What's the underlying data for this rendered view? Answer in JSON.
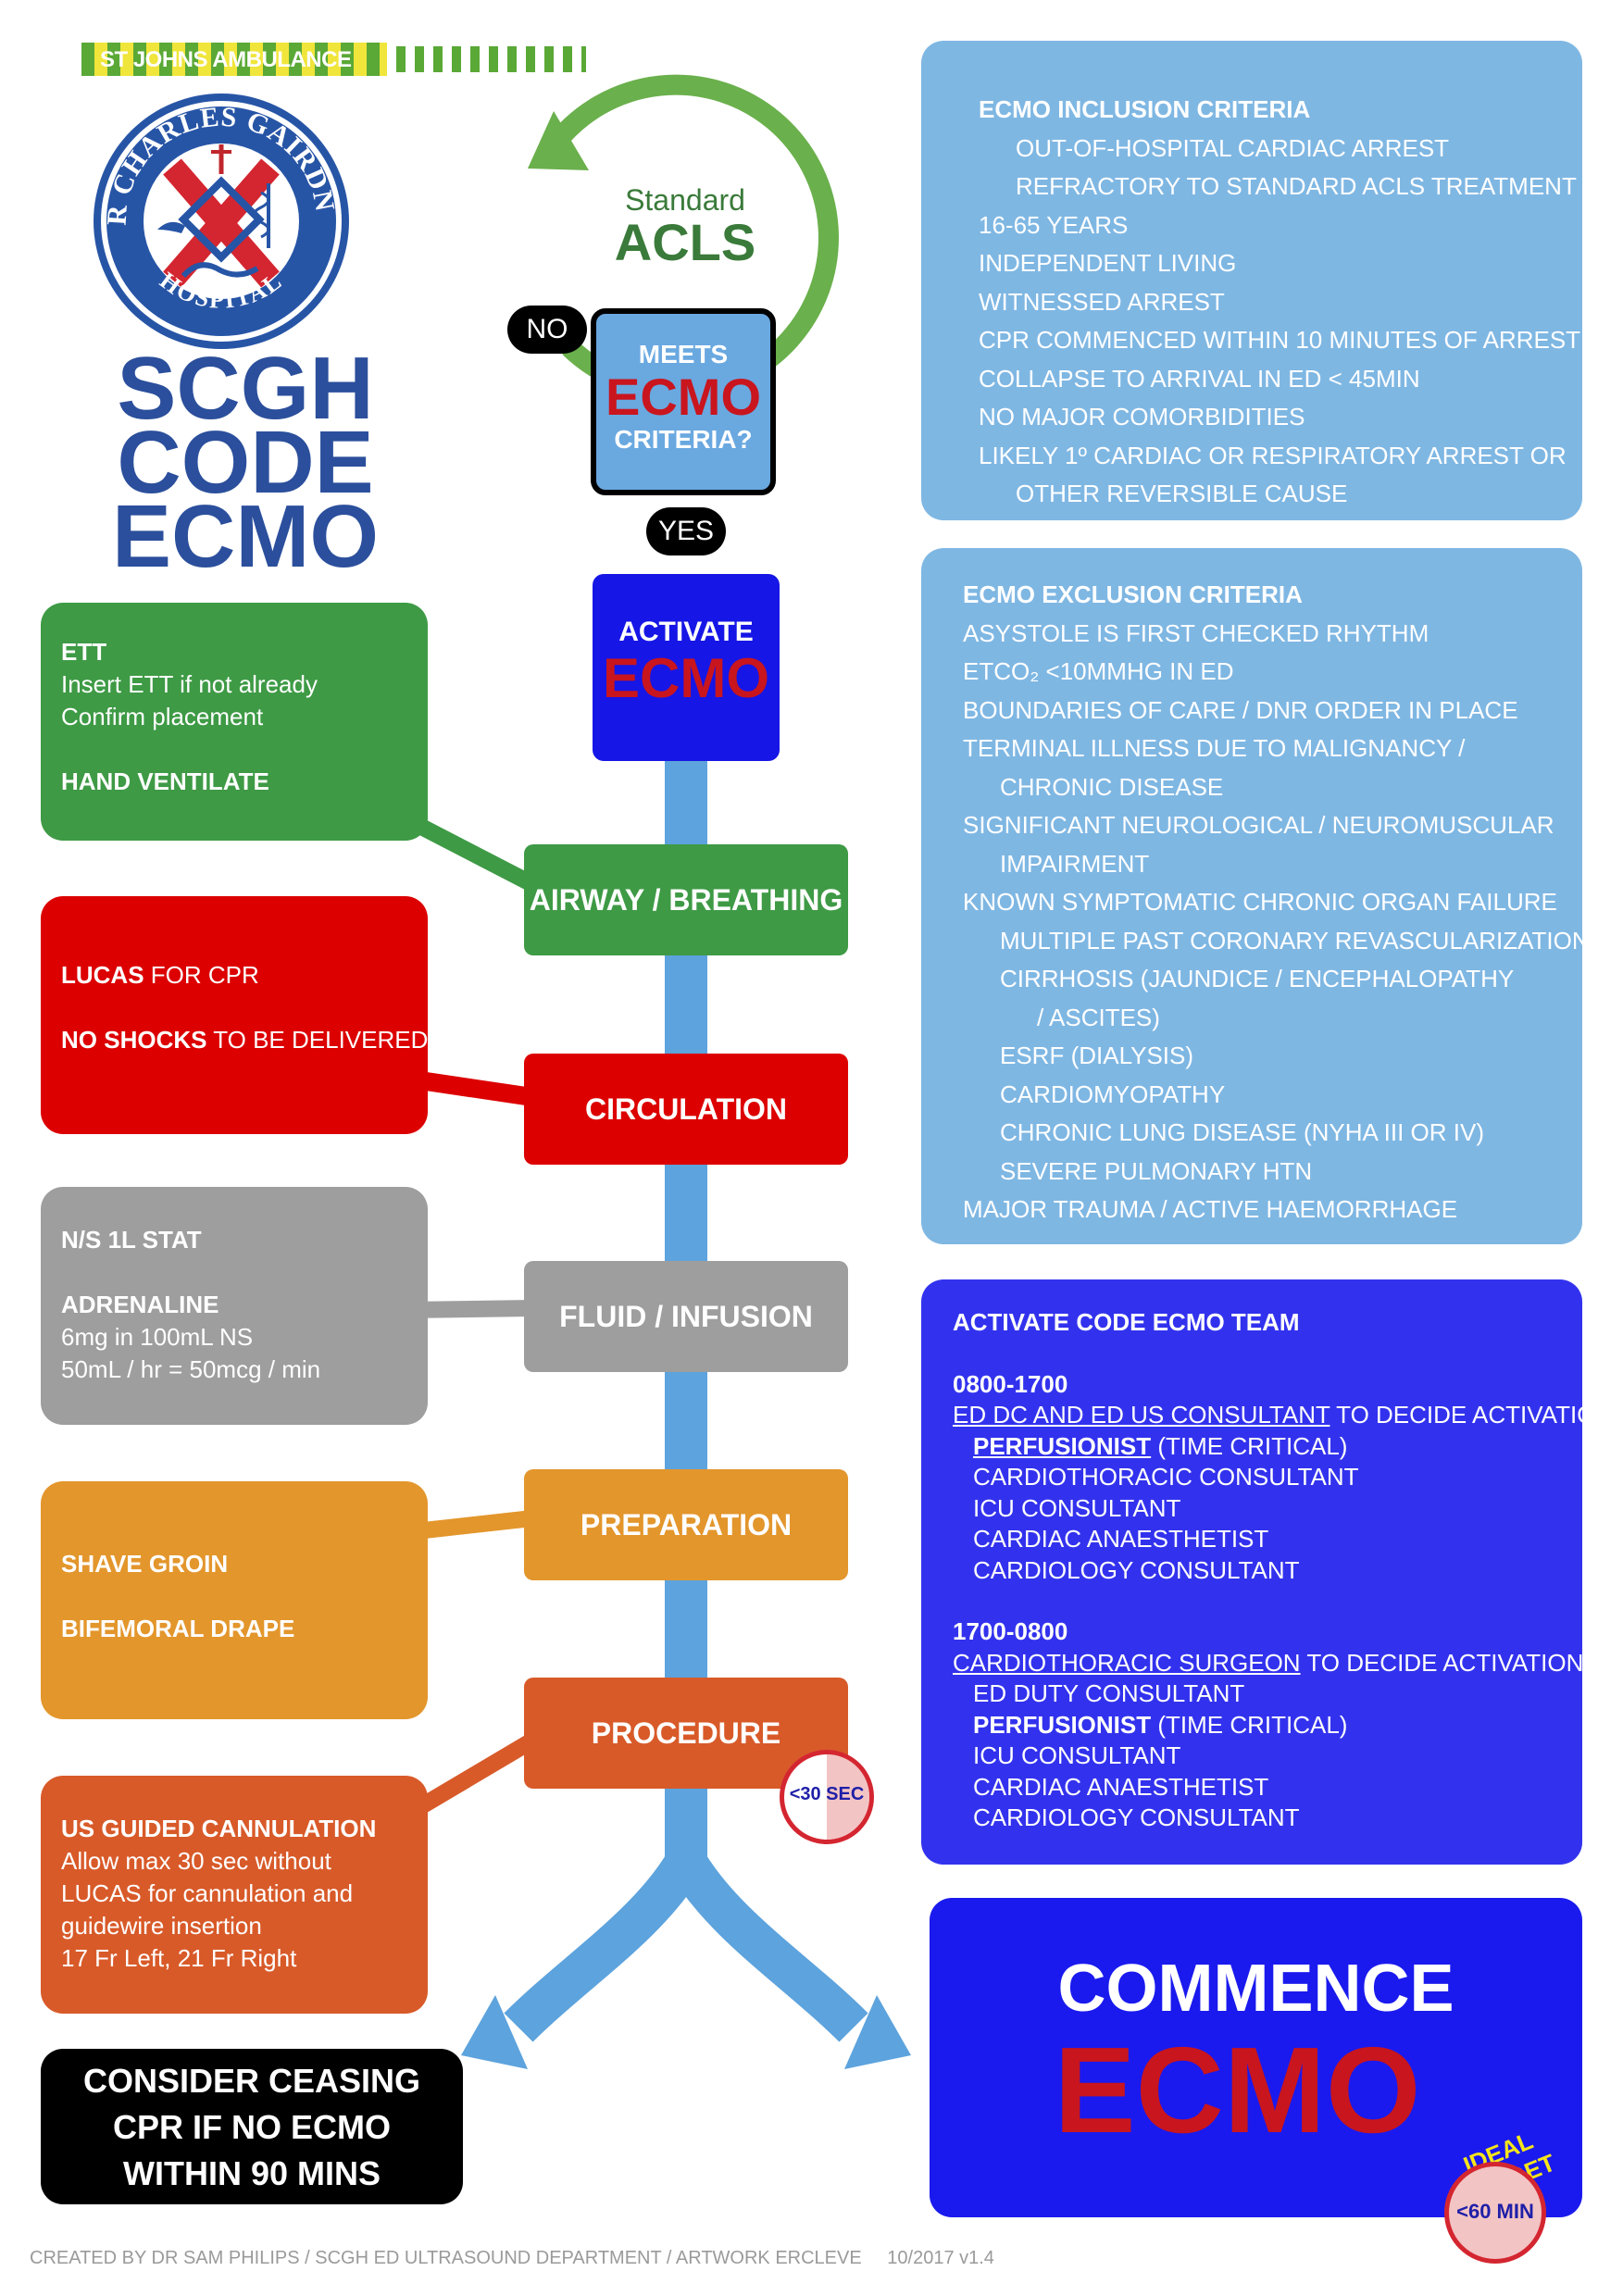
{
  "header": {
    "banner": "ST JOHNS AMBULANCE",
    "logo_text_top": "SIR CHARLES GAIRDNER",
    "logo_text_bottom": "HOSPITAL",
    "title_lines": [
      "SCGH",
      "CODE",
      "ECMO"
    ]
  },
  "acls": {
    "line1": "Standard",
    "line2": "ACLS",
    "no_label": "NO",
    "yes_label": "YES"
  },
  "decision": {
    "line1": "MEETS",
    "line2": "ECMO",
    "line3": "CRITERIA?"
  },
  "activate": {
    "line1": "ACTIVATE",
    "line2": "ECMO"
  },
  "steps": {
    "airway": "AIRWAY / BREATHING",
    "circulation": "CIRCULATION",
    "fluid": "FLUID / INFUSION",
    "preparation": "PREPARATION",
    "procedure": "PROCEDURE",
    "timer": "<30 SEC"
  },
  "airway_box": {
    "title": "ETT",
    "line1": "Insert ETT if not already",
    "line2": "Confirm placement",
    "line3": "HAND VENTILATE"
  },
  "circulation_box": {
    "line1_bold": "LUCAS",
    "line1_rest": " FOR CPR",
    "line2_bold": "NO SHOCKS",
    "line2_rest": " TO BE DELIVERED"
  },
  "fluid_box": {
    "line1": "N/S 1L STAT",
    "line2": "ADRENALINE",
    "line3": "6mg in 100mL NS",
    "line4": "50mL / hr = 50mcg / min"
  },
  "prep_box": {
    "line1": "SHAVE GROIN",
    "line2": "BIFEMORAL DRAPE"
  },
  "procedure_box": {
    "title": "US GUIDED CANNULATION",
    "lines": [
      "Allow max 30 sec without",
      "LUCAS for cannulation and",
      "guidewire insertion",
      "17 Fr Left, 21 Fr Right"
    ]
  },
  "ceasing": {
    "lines": [
      "CONSIDER CEASING",
      "CPR IF NO ECMO",
      "WITHIN 90 MINS"
    ]
  },
  "inclusion": {
    "title": "ECMO INCLUSION CRITERIA",
    "items": [
      {
        "text": "OUT-OF-HOSPITAL CARDIAC ARREST",
        "indent": 1
      },
      {
        "text": "REFRACTORY TO STANDARD ACLS TREATMENT",
        "indent": 1
      },
      {
        "text": "16-65 YEARS",
        "indent": 0
      },
      {
        "text": "INDEPENDENT LIVING",
        "indent": 0
      },
      {
        "text": "WITNESSED ARREST",
        "indent": 0
      },
      {
        "text": "CPR COMMENCED WITHIN 10 MINUTES OF ARREST",
        "indent": 0
      },
      {
        "text": "COLLAPSE TO ARRIVAL IN ED < 45MIN",
        "indent": 0
      },
      {
        "text": "NO MAJOR COMORBIDITIES",
        "indent": 0
      },
      {
        "text": "LIKELY 1º CARDIAC OR RESPIRATORY ARREST OR",
        "indent": 0
      },
      {
        "text": "OTHER REVERSIBLE CAUSE",
        "indent": 1
      }
    ]
  },
  "exclusion": {
    "title": "ECMO EXCLUSION CRITERIA",
    "items": [
      {
        "text": "ASYSTOLE IS FIRST CHECKED RHYTHM",
        "indent": 0
      },
      {
        "text": "ETCO₂ <10MMHG IN ED",
        "indent": 0
      },
      {
        "text": "BOUNDARIES OF CARE / DNR ORDER IN PLACE",
        "indent": 0
      },
      {
        "text": "TERMINAL ILLNESS DUE TO MALIGNANCY /",
        "indent": 0
      },
      {
        "text": "CHRONIC DISEASE",
        "indent": 1
      },
      {
        "text": "SIGNIFICANT NEUROLOGICAL / NEUROMUSCULAR",
        "indent": 0
      },
      {
        "text": "IMPAIRMENT",
        "indent": 1
      },
      {
        "text": "KNOWN SYMPTOMATIC CHRONIC ORGAN FAILURE",
        "indent": 0
      },
      {
        "text": "MULTIPLE PAST CORONARY REVASCULARIZATIONS",
        "indent": 1
      },
      {
        "text": "CIRRHOSIS (JAUNDICE / ENCEPHALOPATHY",
        "indent": 1
      },
      {
        "text": "/ ASCITES)",
        "indent": 2
      },
      {
        "text": "ESRF (DIALYSIS)",
        "indent": 1
      },
      {
        "text": "CARDIOMYOPATHY",
        "indent": 1
      },
      {
        "text": "CHRONIC LUNG DISEASE (NYHA III OR IV)",
        "indent": 1
      },
      {
        "text": "SEVERE PULMONARY HTN",
        "indent": 1
      },
      {
        "text": "MAJOR TRAUMA / ACTIVE HAEMORRHAGE",
        "indent": 0
      }
    ]
  },
  "team": {
    "title": "ACTIVATE CODE ECMO TEAM",
    "day": {
      "hours": "0800-1700",
      "lead_underlined": "ED DC AND ED US CONSULTANT",
      "lead_rest": " TO DECIDE ACTIVATION",
      "perfusionist_bold": "PERFUSIONIST",
      "perfusionist_rest": " (TIME CRITICAL)",
      "members": [
        "CARDIOTHORACIC CONSULTANT",
        "ICU CONSULTANT",
        "CARDIAC ANAESTHETIST",
        "CARDIOLOGY CONSULTANT"
      ]
    },
    "night": {
      "hours": "1700-0800",
      "lead_underlined": "CARDIOTHORACIC SURGEON",
      "lead_rest": " TO DECIDE ACTIVATION",
      "first_member": "ED DUTY CONSULTANT",
      "perfusionist_bold": "PERFUSIONIST",
      "perfusionist_rest": " (TIME CRITICAL)",
      "members": [
        "ICU CONSULTANT",
        "CARDIAC ANAESTHETIST",
        "CARDIOLOGY CONSULTANT"
      ]
    }
  },
  "commence": {
    "line1": "COMMENCE",
    "line2": "ECMO",
    "ideal_target": "IDEAL TARGET",
    "timer": "<60 MIN"
  },
  "footer": {
    "credit": "CREATED BY DR SAM PHILIPS / SCGH ED ULTRASOUND DEPARTMENT / ARTWORK ERCLEVE",
    "version": "10/2017 v1.4"
  },
  "colors": {
    "airway": "#3e9a45",
    "circulation": "#dc0000",
    "fluid": "#9e9e9e",
    "preparation": "#e3962c",
    "procedure": "#d85a29",
    "inclusion_bg": "#7fb7e3",
    "team_bg": "#3232ee",
    "commence_bg": "#1a1aee",
    "title_blue": "#2b4f9c",
    "ecmo_red": "#c9151e"
  }
}
